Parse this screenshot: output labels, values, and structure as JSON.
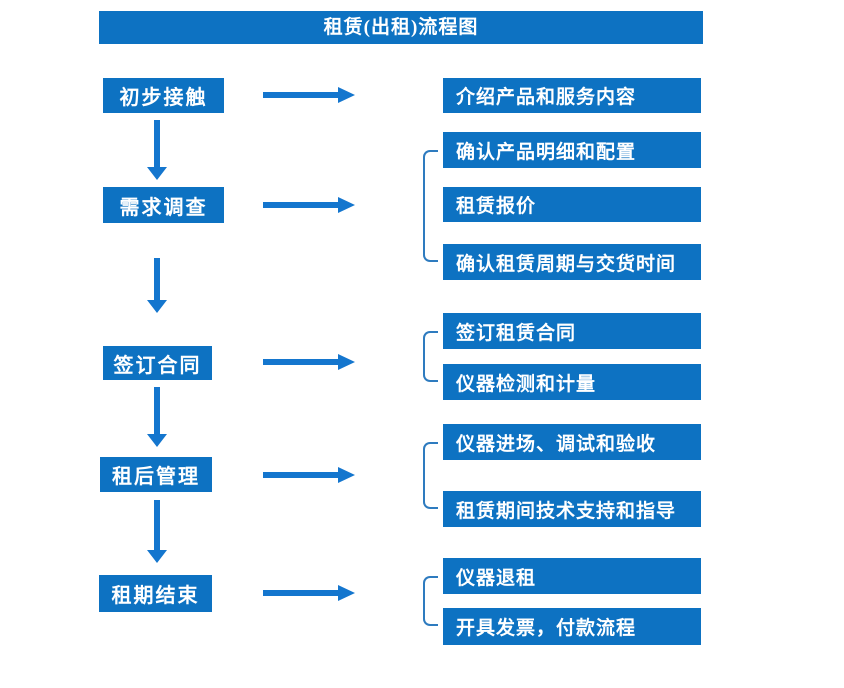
{
  "title": "租赁(出租)流程图",
  "colors": {
    "primary": "#0d72c2",
    "arrow": "#1476ce",
    "bracket": "#2e7bbf",
    "text": "#ffffff",
    "background": "#ffffff"
  },
  "steps": [
    {
      "label": "初步接触",
      "details": [
        "介绍产品和服务内容"
      ]
    },
    {
      "label": "需求调查",
      "details": [
        "确认产品明细和配置",
        "租赁报价",
        "确认租赁周期与交货时间"
      ]
    },
    {
      "label": "签订合同",
      "details": [
        "签订租赁合同",
        "仪器检测和计量"
      ]
    },
    {
      "label": "租后管理",
      "details": [
        "仪器进场、调试和验收",
        "租赁期间技术支持和指导"
      ]
    },
    {
      "label": "租期结束",
      "details": [
        "仪器退租",
        "开具发票，付款流程"
      ]
    }
  ]
}
